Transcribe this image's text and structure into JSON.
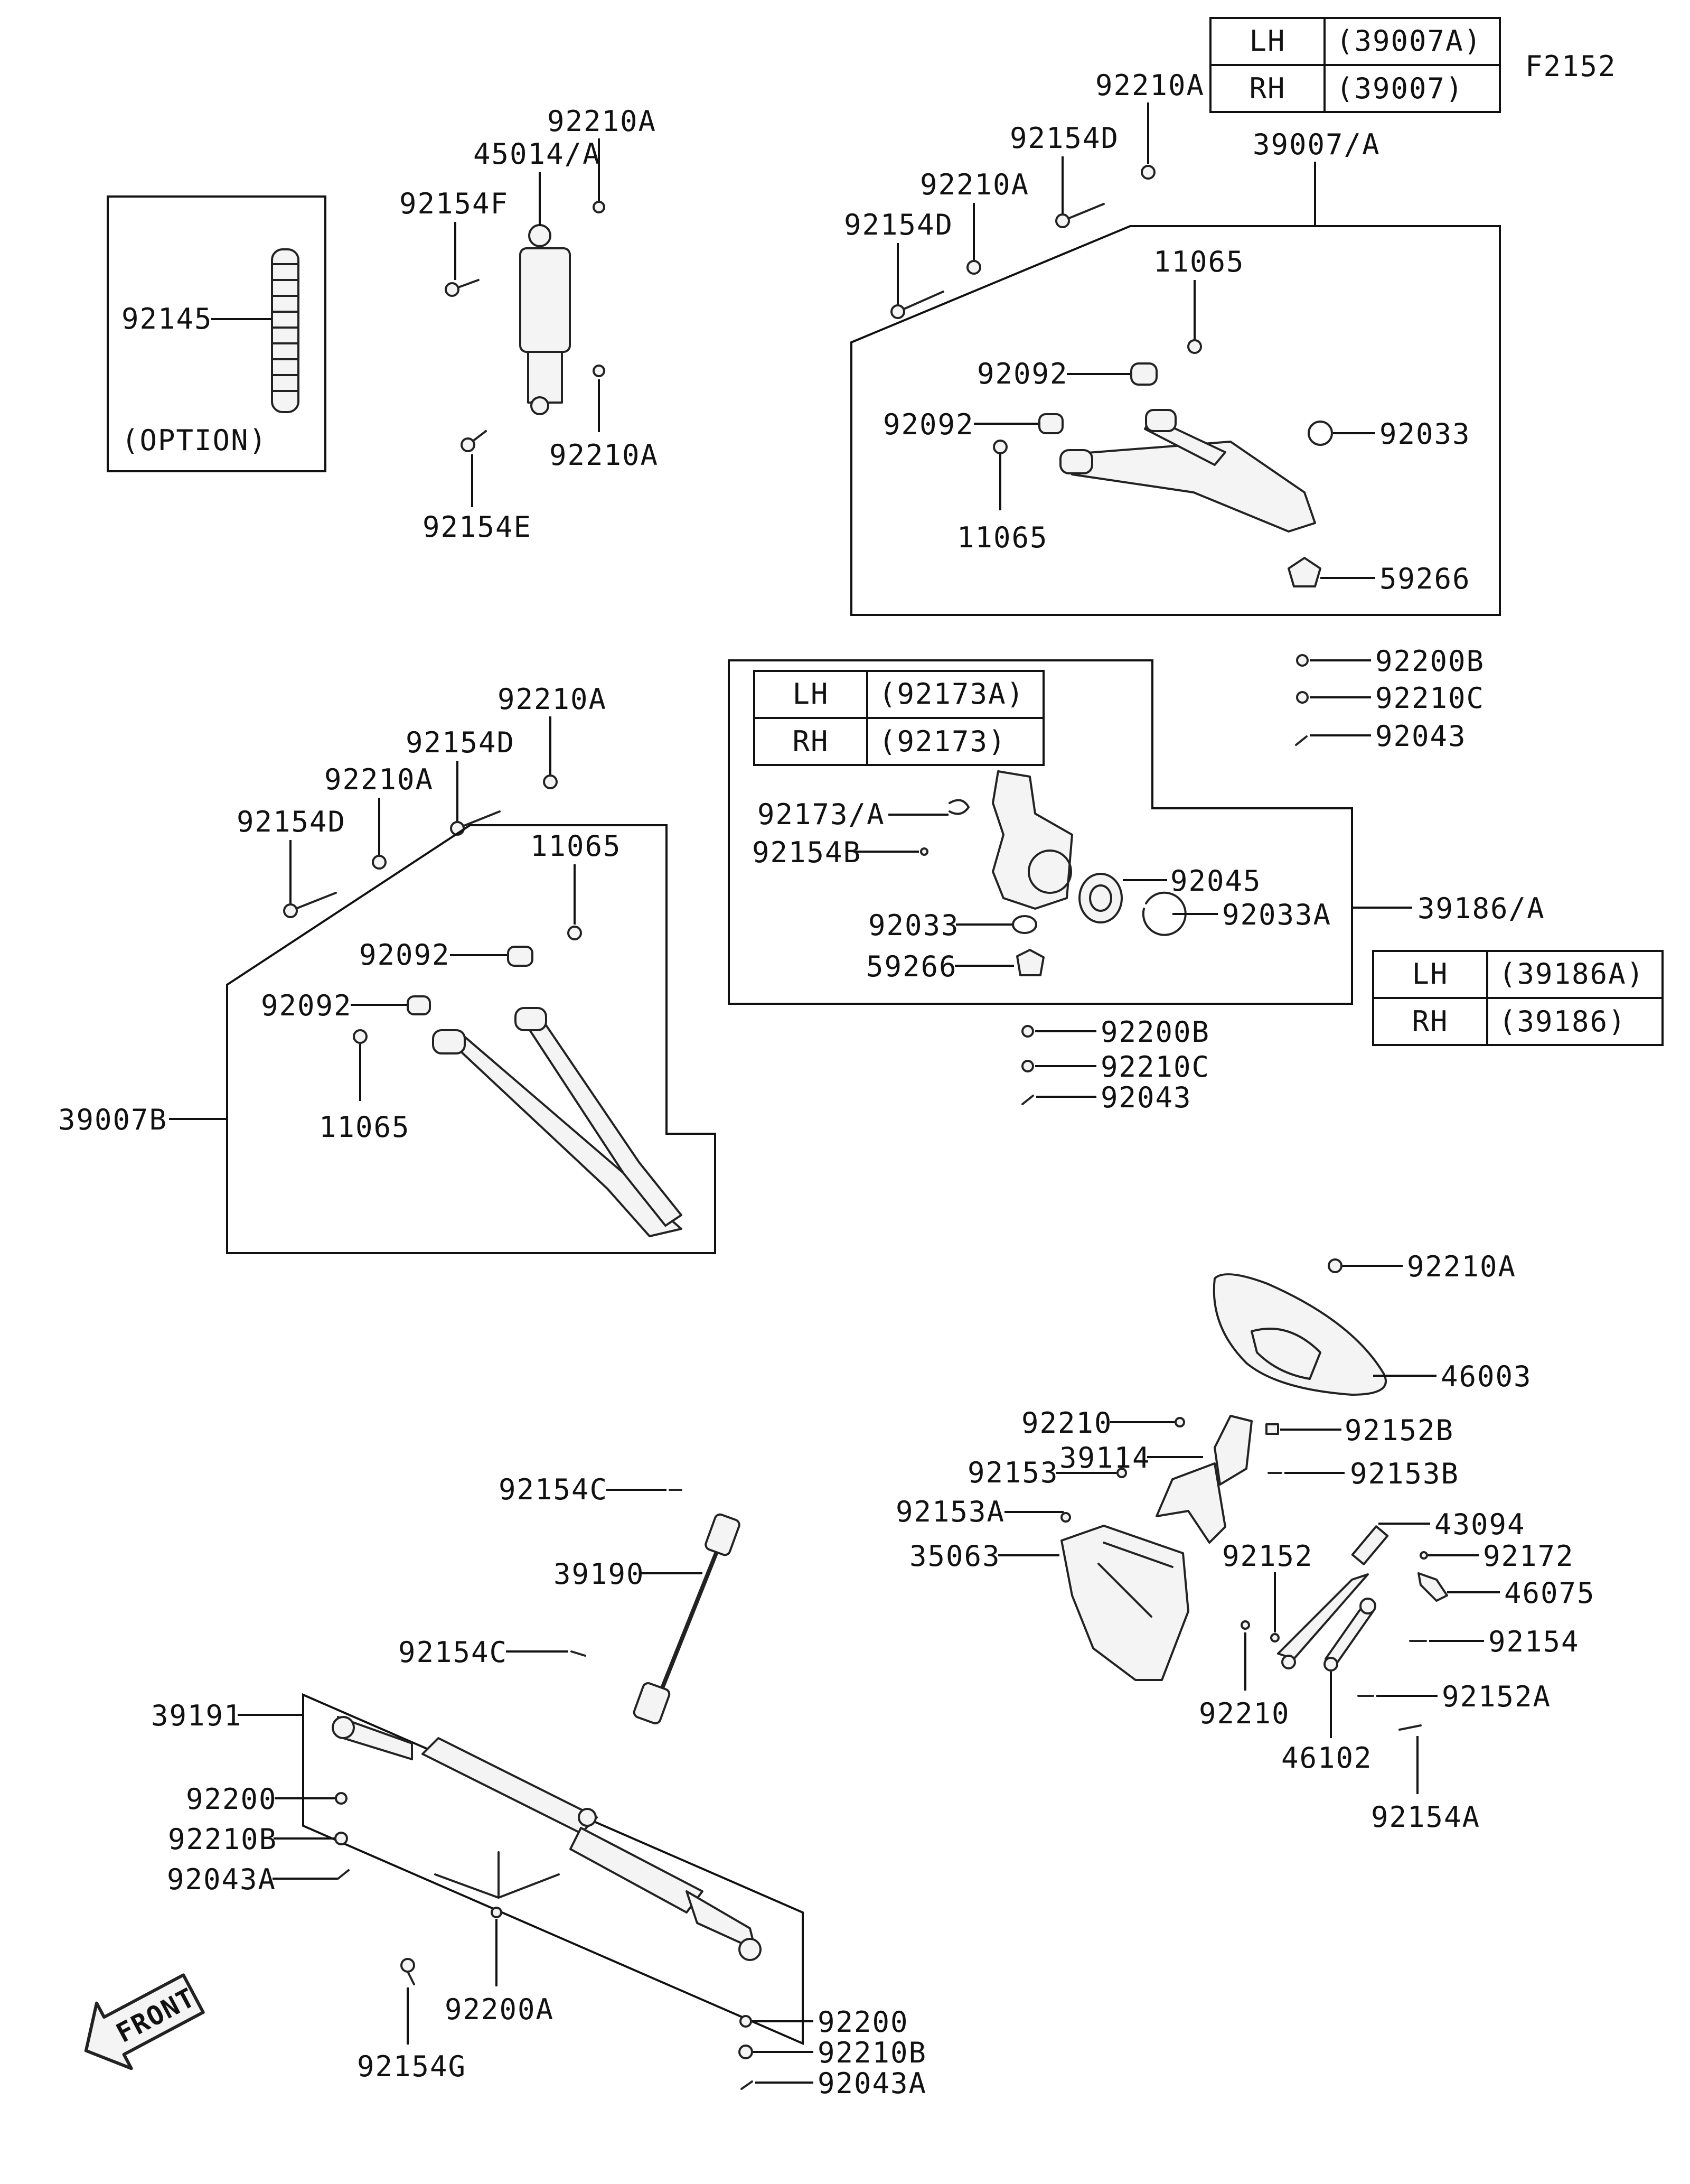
{
  "figure_code": "F2152",
  "option_note": "(OPTION)",
  "front_label": "FRONT",
  "tables": {
    "upper_arm": [
      {
        "side": "LH",
        "part": "(39007A)"
      },
      {
        "side": "RH",
        "part": "(39007)"
      }
    ],
    "knuckle": [
      {
        "side": "LH",
        "part": "(92173A)"
      },
      {
        "side": "RH",
        "part": "(92173)"
      }
    ],
    "knuckle_assy": [
      {
        "side": "LH",
        "part": "(39186A)"
      },
      {
        "side": "RH",
        "part": "(39186)"
      }
    ]
  },
  "callouts": [
    {
      "id": "c1",
      "text": "92145"
    },
    {
      "id": "c2",
      "text": "92210A"
    },
    {
      "id": "c3",
      "text": "45014/A"
    },
    {
      "id": "c4",
      "text": "92154F"
    },
    {
      "id": "c5",
      "text": "92210A"
    },
    {
      "id": "c6",
      "text": "92154E"
    },
    {
      "id": "c7",
      "text": "92210A"
    },
    {
      "id": "c8",
      "text": "92154D"
    },
    {
      "id": "c9",
      "text": "92210A"
    },
    {
      "id": "c10",
      "text": "92154D"
    },
    {
      "id": "c11",
      "text": "39007/A"
    },
    {
      "id": "c12",
      "text": "11065"
    },
    {
      "id": "c13",
      "text": "92092"
    },
    {
      "id": "c14",
      "text": "92092"
    },
    {
      "id": "c15",
      "text": "92033"
    },
    {
      "id": "c16",
      "text": "11065"
    },
    {
      "id": "c17",
      "text": "59266"
    },
    {
      "id": "c18",
      "text": "92200B"
    },
    {
      "id": "c19",
      "text": "92210C"
    },
    {
      "id": "c20",
      "text": "92043"
    },
    {
      "id": "c21",
      "text": "92210A"
    },
    {
      "id": "c22",
      "text": "92154D"
    },
    {
      "id": "c23",
      "text": "92210A"
    },
    {
      "id": "c24",
      "text": "92154D"
    },
    {
      "id": "c25",
      "text": "11065"
    },
    {
      "id": "c26",
      "text": "92092"
    },
    {
      "id": "c27",
      "text": "92092"
    },
    {
      "id": "c28",
      "text": "11065"
    },
    {
      "id": "c29",
      "text": "39007B"
    },
    {
      "id": "c30",
      "text": "92173/A"
    },
    {
      "id": "c31",
      "text": "92154B"
    },
    {
      "id": "c32",
      "text": "92045"
    },
    {
      "id": "c33",
      "text": "92033"
    },
    {
      "id": "c34",
      "text": "92033A"
    },
    {
      "id": "c35",
      "text": "59266"
    },
    {
      "id": "c36",
      "text": "39186/A"
    },
    {
      "id": "c37",
      "text": "92200B"
    },
    {
      "id": "c38",
      "text": "92210C"
    },
    {
      "id": "c39",
      "text": "92043"
    },
    {
      "id": "c40",
      "text": "92210A"
    },
    {
      "id": "c41",
      "text": "46003"
    },
    {
      "id": "c42",
      "text": "92210"
    },
    {
      "id": "c43",
      "text": "92152B"
    },
    {
      "id": "c44",
      "text": "39114"
    },
    {
      "id": "c45",
      "text": "92153"
    },
    {
      "id": "c46",
      "text": "92153B"
    },
    {
      "id": "c47",
      "text": "92153A"
    },
    {
      "id": "c48",
      "text": "43094"
    },
    {
      "id": "c49",
      "text": "92172"
    },
    {
      "id": "c50",
      "text": "35063"
    },
    {
      "id": "c51",
      "text": "92152"
    },
    {
      "id": "c52",
      "text": "46075"
    },
    {
      "id": "c53",
      "text": "92154"
    },
    {
      "id": "c54",
      "text": "92210"
    },
    {
      "id": "c55",
      "text": "92152A"
    },
    {
      "id": "c56",
      "text": "46102"
    },
    {
      "id": "c57",
      "text": "92154A"
    },
    {
      "id": "c58",
      "text": "92154C"
    },
    {
      "id": "c59",
      "text": "39190"
    },
    {
      "id": "c60",
      "text": "92154C"
    },
    {
      "id": "c61",
      "text": "39191"
    },
    {
      "id": "c62",
      "text": "92200"
    },
    {
      "id": "c63",
      "text": "92210B"
    },
    {
      "id": "c64",
      "text": "92043A"
    },
    {
      "id": "c65",
      "text": "92200A"
    },
    {
      "id": "c66",
      "text": "92154G"
    },
    {
      "id": "c67",
      "text": "92200"
    },
    {
      "id": "c68",
      "text": "92210B"
    },
    {
      "id": "c69",
      "text": "92043A"
    }
  ]
}
